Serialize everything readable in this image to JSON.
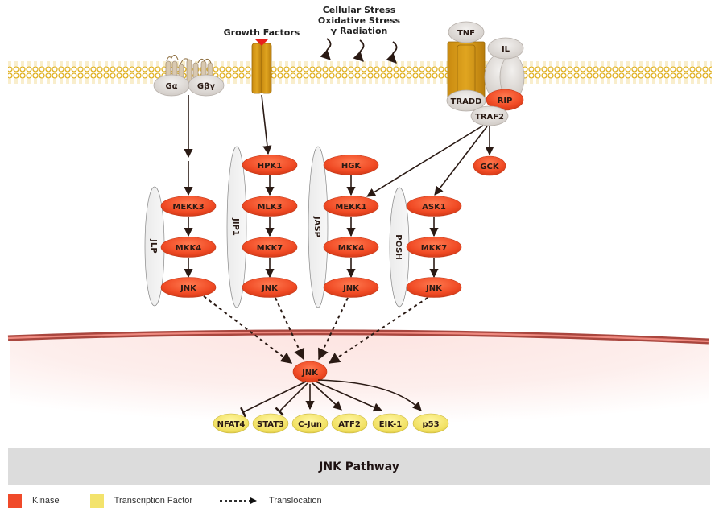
{
  "title": "JNK Pathway",
  "stimuli": {
    "growth_factors": "Growth Factors",
    "stress_lines": [
      "Cellular Stress",
      "Oxidative Stress",
      "γ Radiation"
    ]
  },
  "receptors": {
    "g_alpha": "Gα",
    "g_beta_gamma": "Gβγ",
    "tnf": "TNF",
    "il": "IL",
    "tradd": "TRADD",
    "rip": "RIP",
    "traf2": "TRAF2"
  },
  "scaffolds": {
    "jlp": "JLP",
    "jip1": "JIP1",
    "jasp": "JASP",
    "posh": "POSH"
  },
  "cascades": {
    "col1": [
      "MEKK3",
      "MKK4",
      "JNK"
    ],
    "col2": [
      "HPK1",
      "MLK3",
      "MKK7",
      "JNK"
    ],
    "col3": [
      "HGK",
      "MEKK1",
      "MKK4",
      "JNK"
    ],
    "col4": [
      "ASK1",
      "MKK7",
      "JNK"
    ],
    "gck": "GCK"
  },
  "nuclear": {
    "jnk": "JNK",
    "targets": [
      "NFAT4",
      "STAT3",
      "C-Jun",
      "ATF2",
      "EIK-1",
      "p53"
    ],
    "inhibited_targets": [
      "NFAT4",
      "STAT3"
    ]
  },
  "legend": {
    "kinase": "Kinase",
    "transcription_factor": "Transcription Factor",
    "translocation": "Translocation"
  },
  "colors": {
    "kinase": "#f04a2a",
    "transcription_factor": "#f3e36c",
    "receptor": "#d4960f",
    "adaptor": "#dedad6",
    "membrane": "#e0b020",
    "nuclear_membrane": "#a9463e"
  }
}
